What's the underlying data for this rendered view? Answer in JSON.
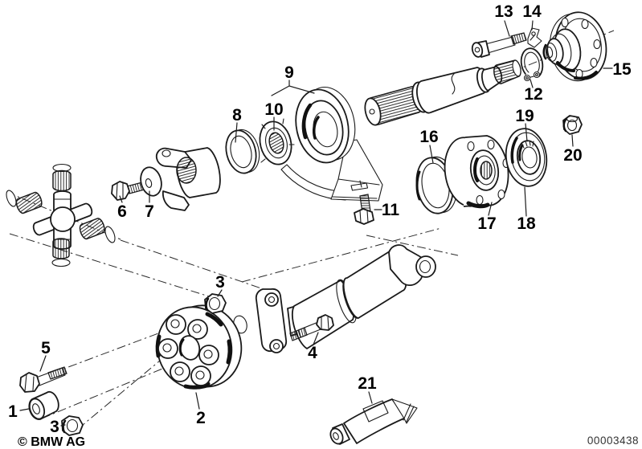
{
  "figure": {
    "copyright": "© BMW AG",
    "image_number": "00003438",
    "callouts": {
      "c1": "1",
      "c2": "2",
      "c3a": "3",
      "c3b": "3",
      "c4": "4",
      "c5": "5",
      "c6": "6",
      "c7": "7",
      "c8": "8",
      "c9": "9",
      "c10": "10",
      "c11": "11",
      "c12": "12",
      "c13": "13",
      "c14": "14",
      "c15": "15",
      "c16": "16",
      "c17": "17",
      "c18": "18",
      "c19": "19",
      "c20": "20",
      "c21": "21"
    }
  }
}
